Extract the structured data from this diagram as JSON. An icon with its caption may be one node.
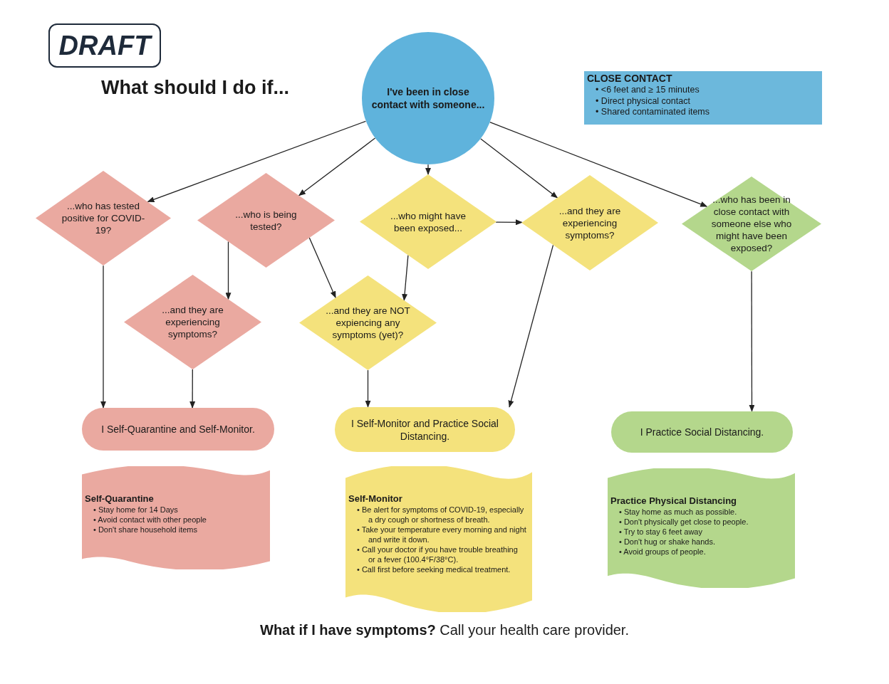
{
  "diagram": {
    "title": "What should I do if...",
    "nodes": [
      {
        "text": [
          "DRAFT"
        ]
      },
      {
        "text": [
          "I've been in close contact with someone..."
        ]
      },
      {
        "text": [
          "CLOSE CONTACT",
          "• <6 feet and ≥ 15 minutes",
          "• Direct physical contact",
          "• Shared contaminated items"
        ]
      },
      {
        "text": [
          "...who has tested positive for COVID-19?"
        ]
      },
      {
        "text": [
          "...who is being tested?"
        ]
      },
      {
        "text": [
          "...who might have been exposed..."
        ]
      },
      {
        "text": [
          "...and they are experiencing symptoms?"
        ]
      },
      {
        "text": [
          "...who has been in close contact with someone else who might have been exposed?"
        ]
      },
      {
        "text": [
          "...and they are experiencing symptoms?"
        ]
      },
      {
        "text": [
          "...and they are NOT expiencing any symptoms (yet)?"
        ]
      },
      {
        "text": [
          "I Self-Quarantine and Self-Monitor."
        ]
      },
      {
        "text": [
          "I Self-Monitor and Practice Social Distancing."
        ]
      },
      {
        "text": [
          "I Practice Social Distancing."
        ]
      },
      {
        "text": [
          "Self-Quarantine",
          "• Stay home for 14 Days",
          "• Avoid contact with other people",
          "• Don't share household items"
        ]
      },
      {
        "text": [
          "Self-Monitor",
          "• Be alert for symptoms of COVID-19, especially a dry cough or shortness of breath.",
          "• Take your temperature every morning and night and write it down.",
          "• Call your doctor if you have trouble breathing or a fever (100.4°F/38°C).",
          "• Call first before seeking medical treatment."
        ]
      },
      {
        "text": [
          "Practice Physical Distancing",
          "• Stay home as much as possible.",
          "• Don't physically get close to people.",
          "• Try to stay 6 feet away",
          "• Don't hug or shake hands.",
          "• Avoid groups of people."
        ]
      }
    ],
    "edges": [
      {
        "from": 1,
        "to": 3,
        "arrow": "to"
      },
      {
        "from": 1,
        "to": 4,
        "arrow": "to"
      },
      {
        "from": 1,
        "to": 5,
        "arrow": "to"
      },
      {
        "from": 1,
        "to": 6,
        "arrow": "to"
      },
      {
        "from": 1,
        "to": 7,
        "arrow": "to"
      },
      {
        "from": 5,
        "to": 6,
        "arrow": "to"
      },
      {
        "from": 4,
        "to": 8,
        "arrow": "to"
      },
      {
        "from": 4,
        "to": 9,
        "arrow": "to"
      },
      {
        "from": 5,
        "to": 9,
        "arrow": "to"
      },
      {
        "from": 3,
        "to": 10,
        "arrow": "to"
      },
      {
        "from": 8,
        "to": 10,
        "arrow": "to"
      },
      {
        "from": 9,
        "to": 11,
        "arrow": "to"
      },
      {
        "from": 6,
        "to": 11,
        "arrow": "to"
      },
      {
        "from": 7,
        "to": 12,
        "arrow": "to"
      }
    ],
    "labels": [
      "**What if I have symptoms?** Call your health care provider."
    ]
  }
}
